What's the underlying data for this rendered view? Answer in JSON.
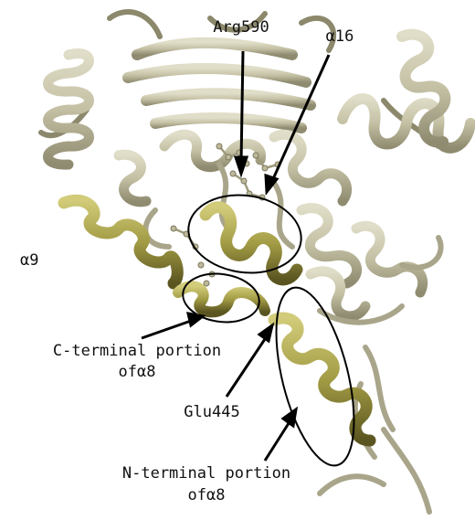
{
  "labels": {
    "arg590": "Arg590",
    "alpha16": "α16",
    "alpha9": "α9",
    "c_terminal_line1": "C-terminal portion",
    "c_terminal_line2": "ofα8",
    "glu445": "Glu445",
    "n_terminal_line1": "N-terminal portion",
    "n_terminal_line2": "ofα8"
  },
  "colors": {
    "background_protein": "#c9c5aa",
    "background_protein_shadow": "#8e8a70",
    "highlight_helix": "#a8a14a",
    "highlight_helix_shadow": "#5e5920",
    "annotation": "#000000"
  }
}
